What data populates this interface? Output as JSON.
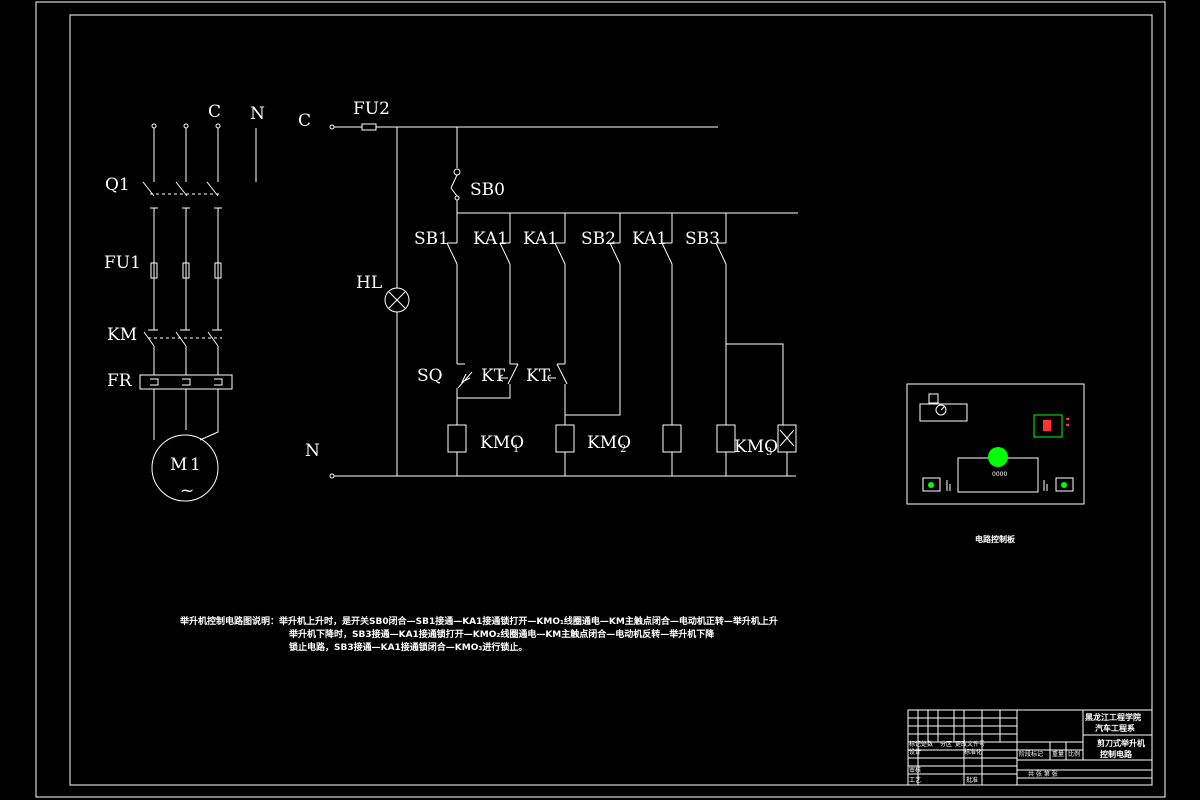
{
  "power_circuit": {
    "phase_c": "C",
    "neutral_n": "N",
    "switch_q1": "Q1",
    "fuse_fu1": "FU1",
    "contactor_km": "KM",
    "thermal_relay_fr": "FR",
    "motor_m": "M",
    "motor_num": "1",
    "motor_ac": "~"
  },
  "control_circuit": {
    "line_c": "C",
    "fuse_fu2": "FU2",
    "lamp_hl": "HL",
    "line_n": "N",
    "stop_sb0": "SB0",
    "sb1": "SB1",
    "ka1_a": "KA1",
    "ka1_b": "KA1",
    "sb2": "SB2",
    "ka1_c": "KA1",
    "sb3": "SB3",
    "sq": "SQ",
    "kt_a": "KT",
    "kt_b": "KT",
    "kmo1": "KMO",
    "kmo1_sub": "1",
    "kmo2": "KMO",
    "kmo2_sub": "2",
    "kmo3": "KMO",
    "kmo3_sub": "3"
  },
  "panel": {
    "caption": "电路控制板",
    "display_text": "0000"
  },
  "notes": {
    "line1": "举升机控制电路图说明：举升机上升时，是开关SB0闭合—SB1接通—KA1接通锁打开—KMO₁线圈通电—KM主触点闭合—电动机正转—举升机上升",
    "line2": "举升机下降时，SB3接通—KA1接通锁打开—KMO₂线圈通电—KM主触点闭合—电动机反转—举升机下降",
    "line3": "锁止电路，SB3接通—KA1接通锁闭合—KMO₃进行锁止。"
  },
  "title_block": {
    "school": "黑龙江工程学院",
    "dept": "汽车工程系",
    "product": "剪刀式举升机",
    "drawing_name": "控制电路",
    "marks": "标记处数",
    "zone": "分区",
    "file_no": "更改文件号",
    "design": "设计",
    "standard": "标准化",
    "stage_mark": "阶段标记",
    "weight": "重量",
    "scale": "比例",
    "review": "审核",
    "process": "工艺",
    "approve": "批准",
    "sheets": "共 张 第 张"
  },
  "colors": {
    "background": "#000000",
    "line": "#ffffff",
    "indicator_green": "#00ff00",
    "indicator_red": "#ff3333"
  }
}
